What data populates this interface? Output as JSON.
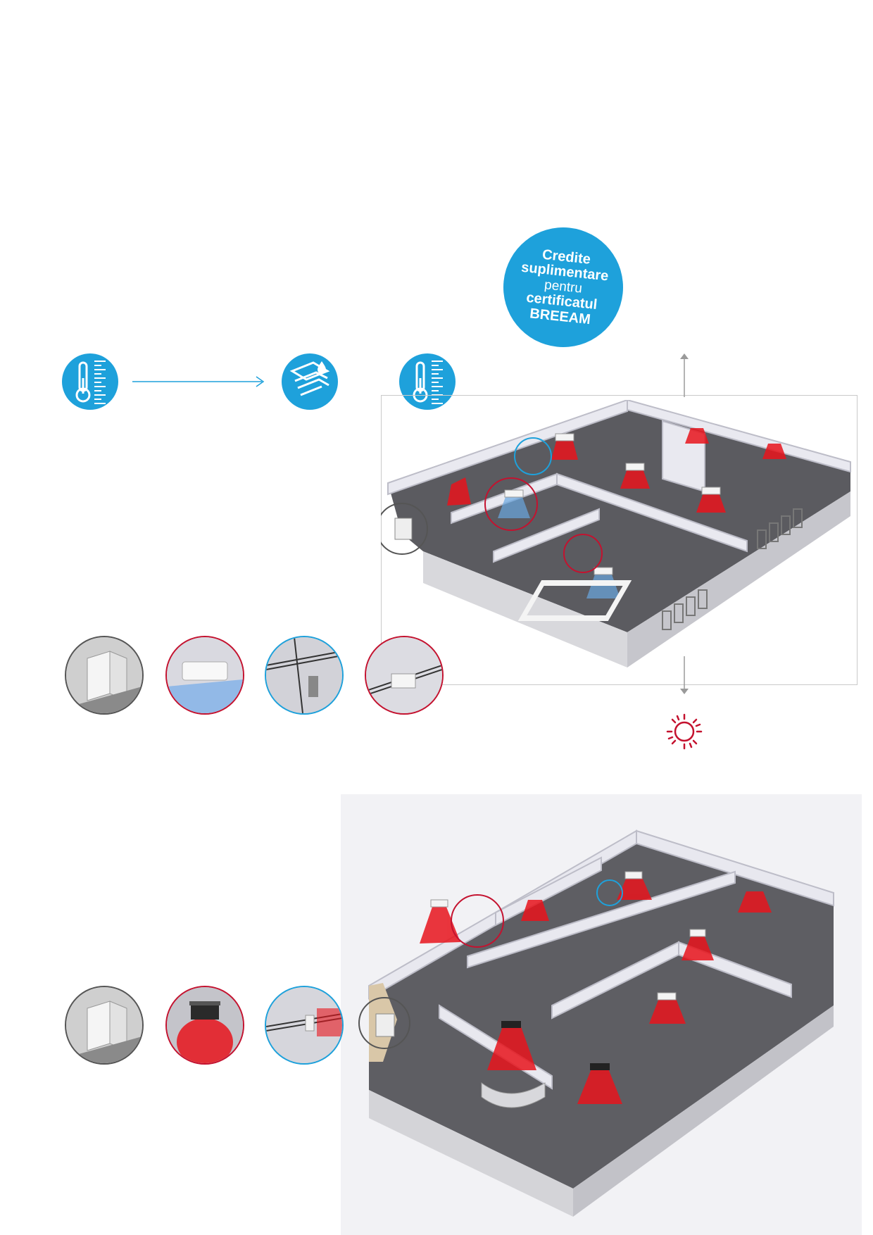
{
  "badge": {
    "line1": "Credite",
    "line2": "suplimentare",
    "line3": "pentru",
    "line4": "certificatul",
    "line5": "BREEAM"
  },
  "icons": {
    "thermometer_left": "thermometer-icon",
    "floor_heating": "floor-heating-water-icon",
    "thermometer_right": "thermometer-icon",
    "sun": "sun-icon"
  },
  "colors": {
    "accent_blue": "#1ea1db",
    "accent_red": "#c4122f",
    "heat_red": "#e8141c",
    "grey": "#555555"
  },
  "diagram1_thumbs": [
    "outdoor-unit",
    "cassette-unit",
    "piping-junction",
    "branch-box"
  ],
  "diagram2_thumbs": [
    "outdoor-unit",
    "ceiling-unit",
    "piping-branch"
  ]
}
